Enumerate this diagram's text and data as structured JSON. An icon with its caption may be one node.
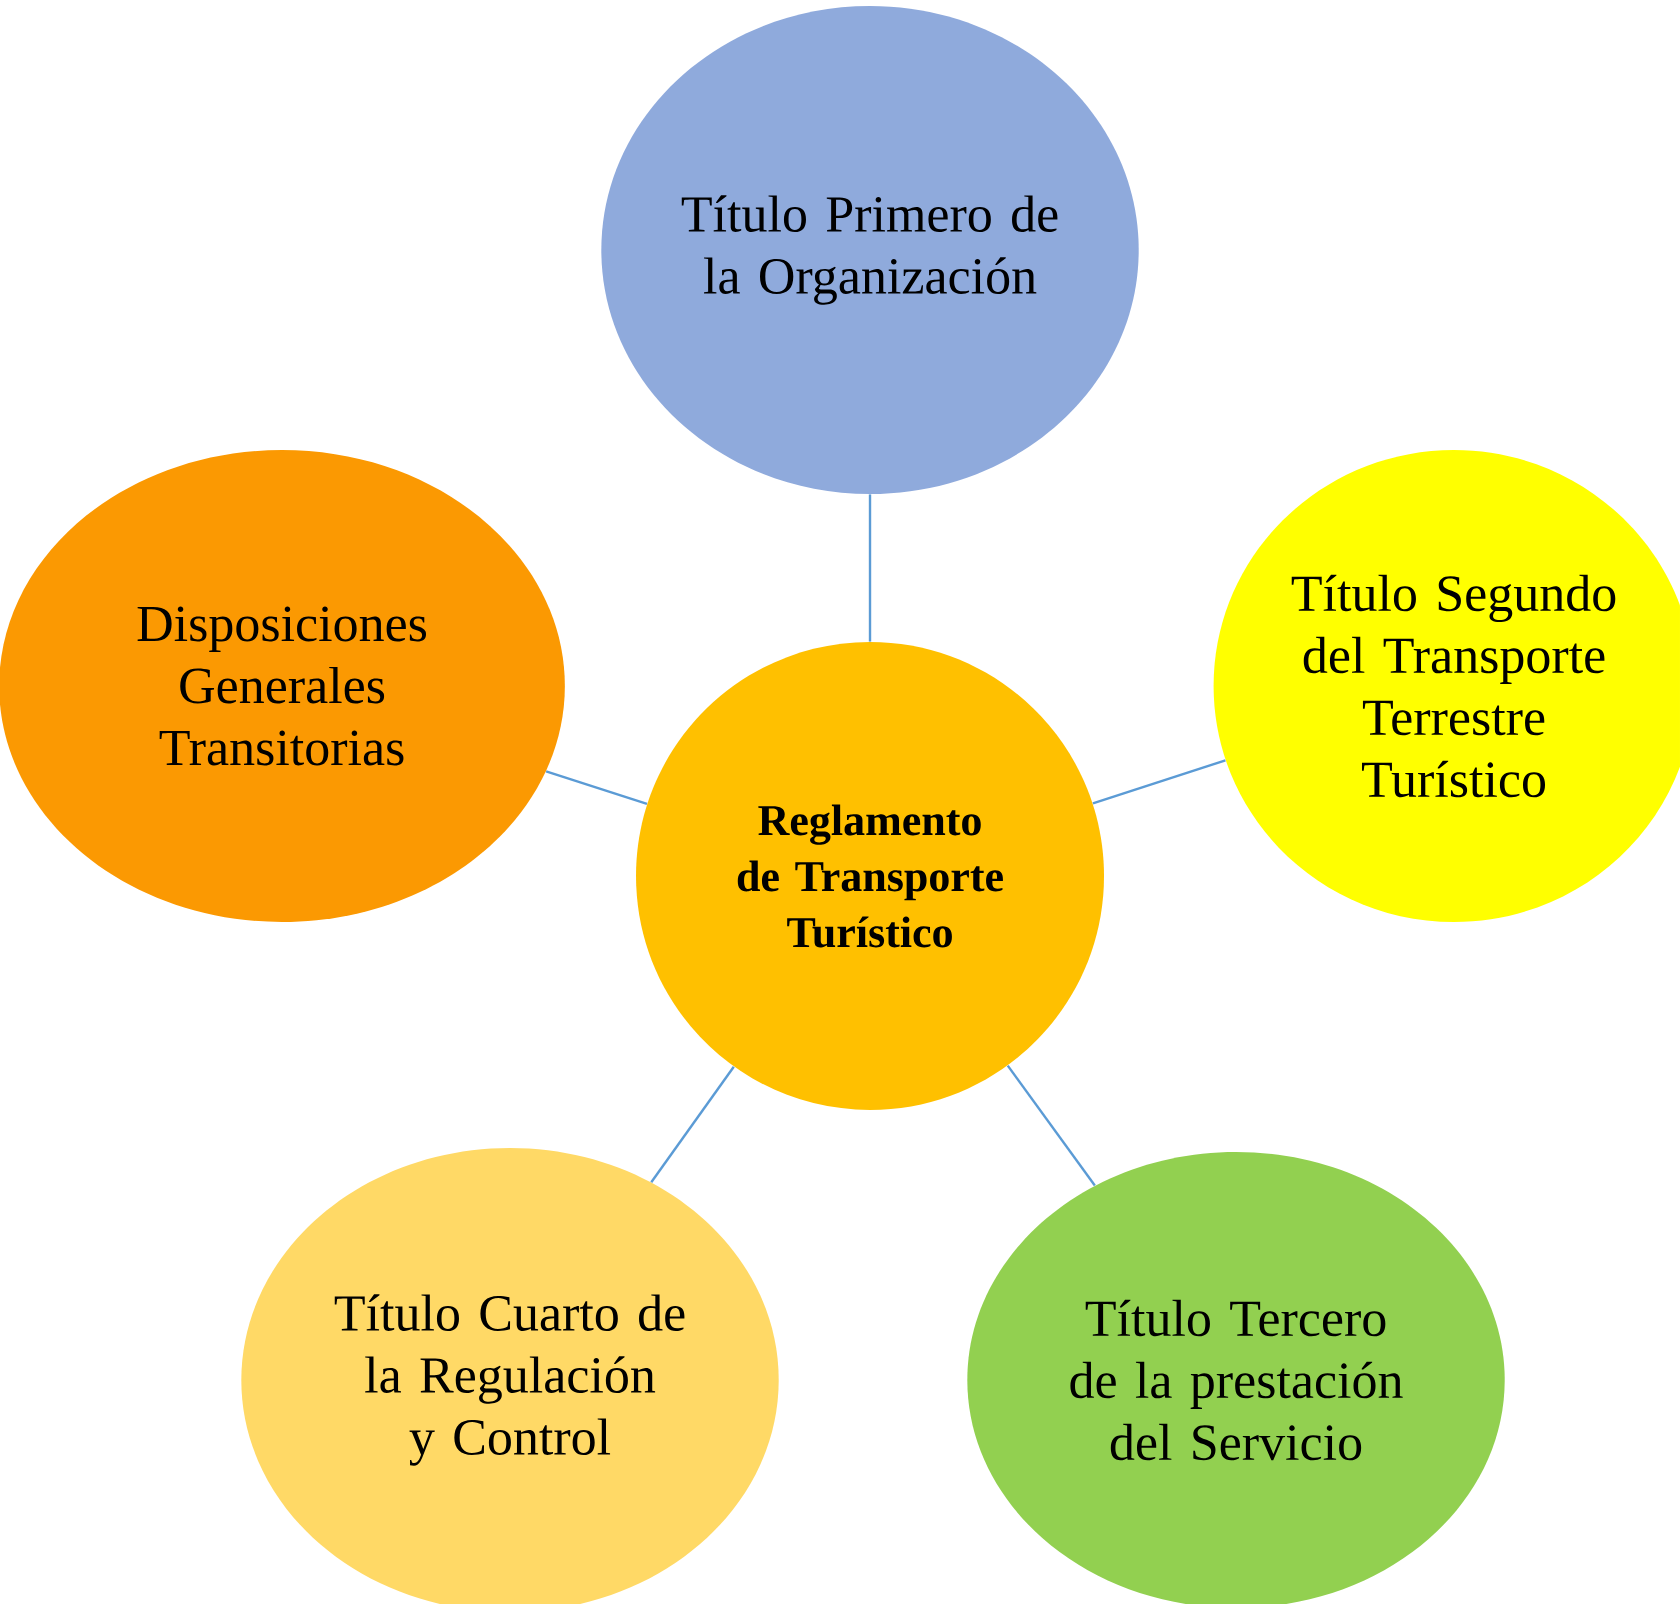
{
  "diagram": {
    "nodes": [
      {
        "text": [
          "Reglamento de Transporte Turístico"
        ]
      },
      {
        "text": [
          "Título Primero de la Organización"
        ]
      },
      {
        "text": [
          "Título Segundo del Transporte Terrestre Turístico"
        ]
      },
      {
        "text": [
          "Título Tercero de la prestación del Servicio"
        ]
      },
      {
        "text": [
          "Título Cuarto de la Regulación y Control"
        ]
      },
      {
        "text": [
          "Disposiciones Generales Transitorias"
        ]
      }
    ],
    "edges": [
      {
        "from": 0,
        "to": 1,
        "arrow": "none"
      },
      {
        "from": 0,
        "to": 2,
        "arrow": "none"
      },
      {
        "from": 0,
        "to": 3,
        "arrow": "none"
      },
      {
        "from": 0,
        "to": 4,
        "arrow": "none"
      },
      {
        "from": 0,
        "to": 5,
        "arrow": "none"
      }
    ]
  }
}
